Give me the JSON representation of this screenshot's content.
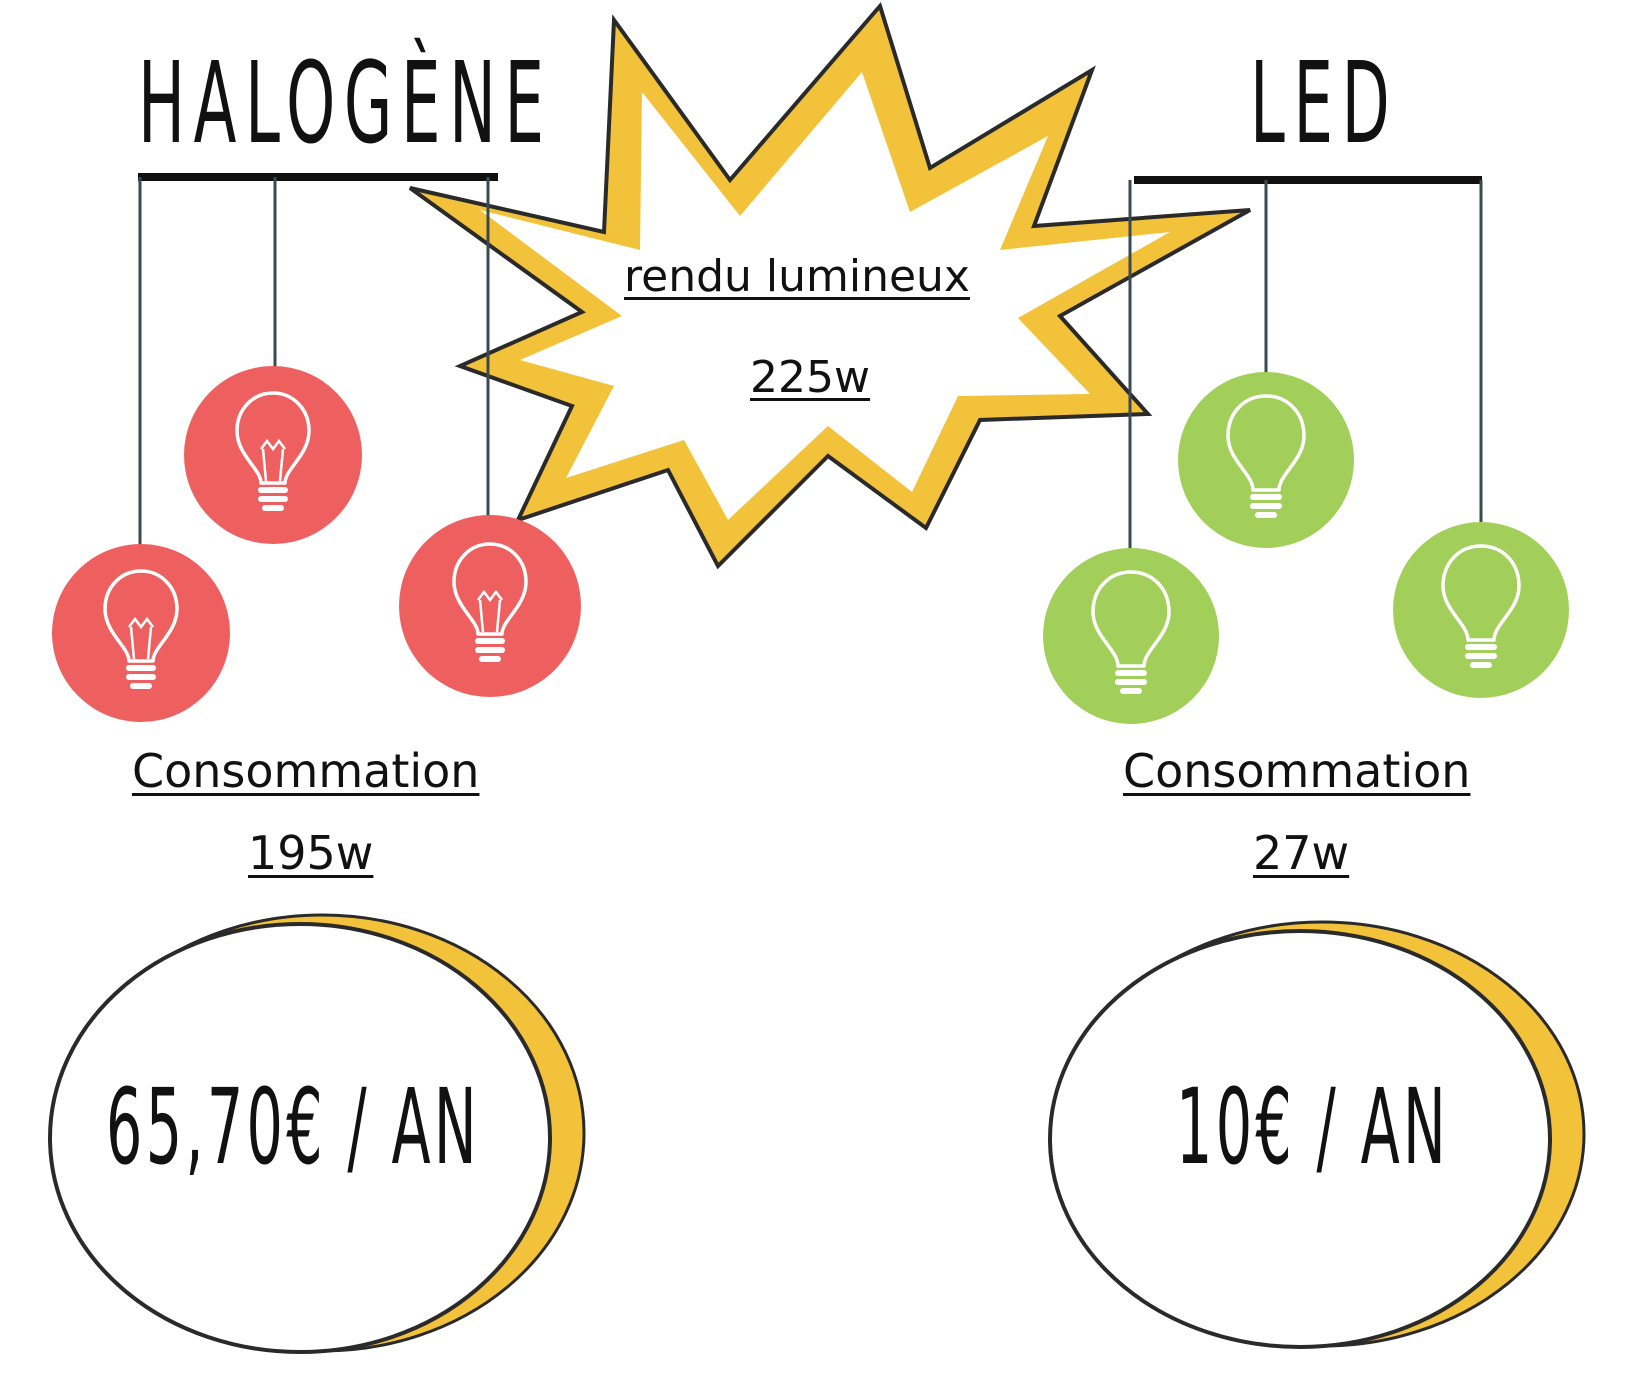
{
  "halogene": {
    "title": "HALOGÈNE",
    "consumption_label": "Consommation",
    "consumption_value": "195w",
    "yearly_cost": "65,70€ / AN",
    "color": "#ee6060"
  },
  "led": {
    "title": "LED",
    "consumption_label": "Consommation",
    "consumption_value": "27w",
    "yearly_cost": "10€ / AN",
    "color": "#a2cf5a"
  },
  "light_output": {
    "label": "rendu lumineux",
    "value": "225w"
  },
  "colors": {
    "burst": "#f2c23a",
    "line": "#1a1a1a",
    "string": "#3a4a52"
  },
  "icons": {
    "halogen_bulb": "incandescent-bulb-icon",
    "led_bulb": "led-bulb-icon",
    "burst": "starburst-shape",
    "cost_ring": "crescent-ring-shape"
  }
}
